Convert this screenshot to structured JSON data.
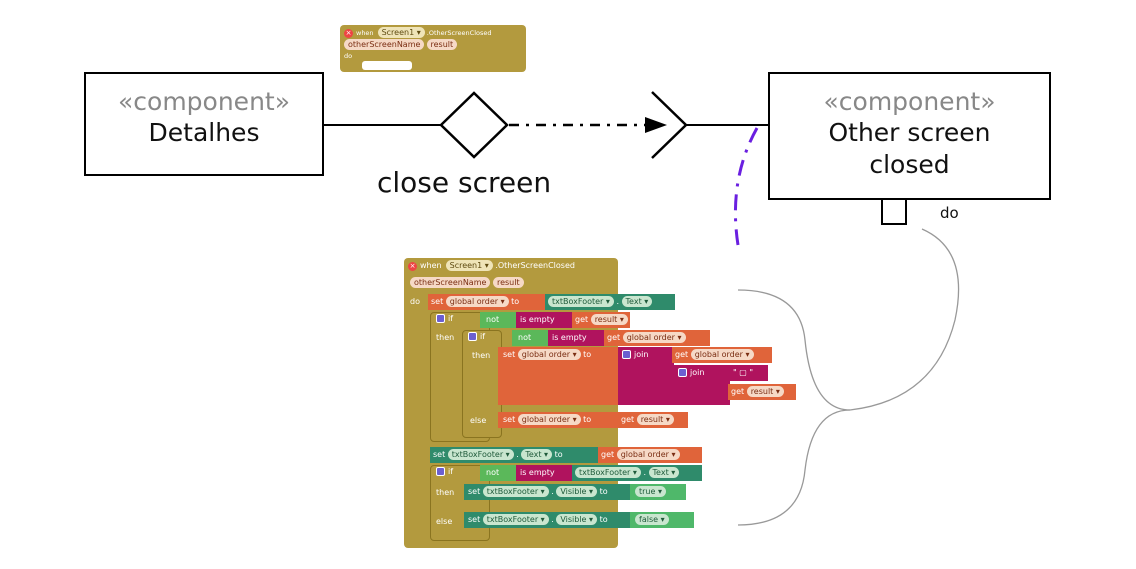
{
  "components": {
    "left": {
      "stereotype": "«component»",
      "name": "Detalhes"
    },
    "right": {
      "stereotype": "«component»",
      "name_line1": "Other screen",
      "name_line2": "closed"
    }
  },
  "labels": {
    "close_screen": "close screen",
    "do": "do"
  },
  "thumb": {
    "when": "when",
    "screen": "Screen1 ▾",
    "event": ".OtherScreenClosed",
    "param1": "otherScreenName",
    "param2": "result",
    "do": "do"
  },
  "blocks": {
    "header": {
      "when": "when",
      "screen": "Screen1 ▾",
      "event": ".OtherScreenClosed",
      "param1": "otherScreenName",
      "param2": "result"
    },
    "do": "do",
    "then": "then",
    "else": "else",
    "if": "if",
    "set": "set",
    "to": "to",
    "get": "get",
    "not": "not",
    "is_empty": "is empty",
    "join": "join",
    "global_order": "global order ▾",
    "result": "result ▾",
    "txtBoxFooter": "txtBoxFooter ▾",
    "text_prop": "Text ▾",
    "visible_prop": "Visible ▾",
    "true_val": "true ▾",
    "false_val": "false ▾",
    "dot": ".",
    "quote_str": "\" ▢ \""
  },
  "colors": {
    "event_block": "#b39a3e",
    "set_block": "#e0643a",
    "component_block": "#2f8b6b",
    "logic_block": "#5bb85a",
    "text_block": "#b0135e",
    "control_block": "#b39a3e",
    "dashed_link": "#6a1fe0"
  }
}
